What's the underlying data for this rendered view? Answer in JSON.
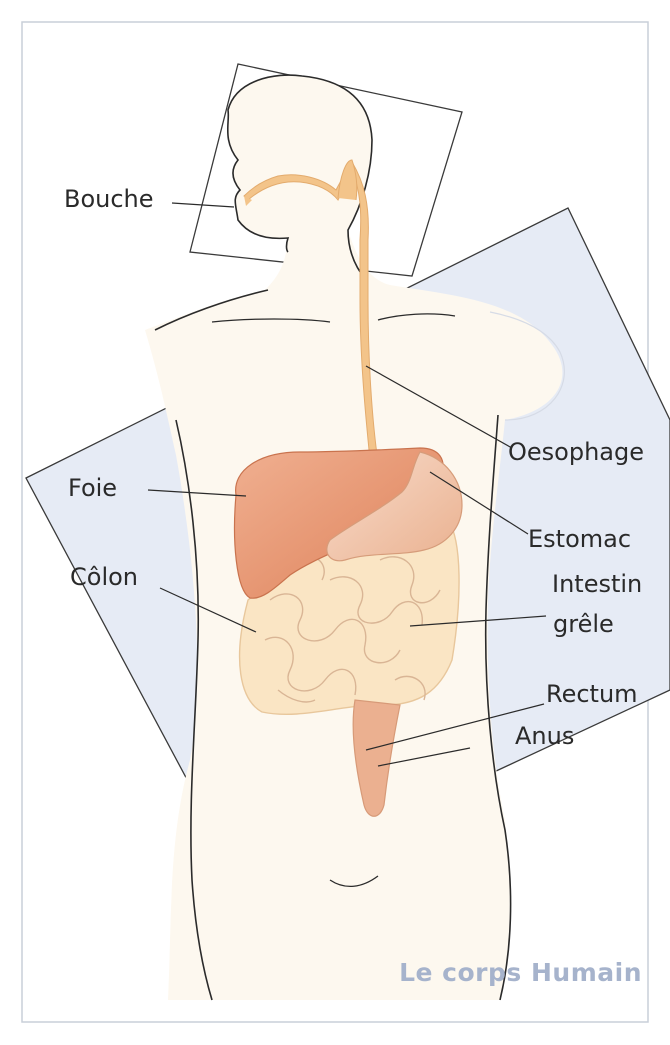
{
  "labels": {
    "bouche": "Bouche",
    "foie": "Foie",
    "colon": "Côlon",
    "oesophage": "Oesophage",
    "estomac": "Estomac",
    "intestin_line1": "Intestin",
    "intestin_line2": "grêle",
    "rectum": "Rectum",
    "anus": "Anus"
  },
  "footer": {
    "title": "Le corps Humain"
  },
  "colors": {
    "panel_blue": "#e6ebf5",
    "body_fill": "#fdf8ef",
    "esophagus": "#f3c48a",
    "liver": "#e7946d",
    "stomach": "#f2c7a7",
    "intestine": "#fae5c4",
    "title": "#a6b3cc"
  }
}
